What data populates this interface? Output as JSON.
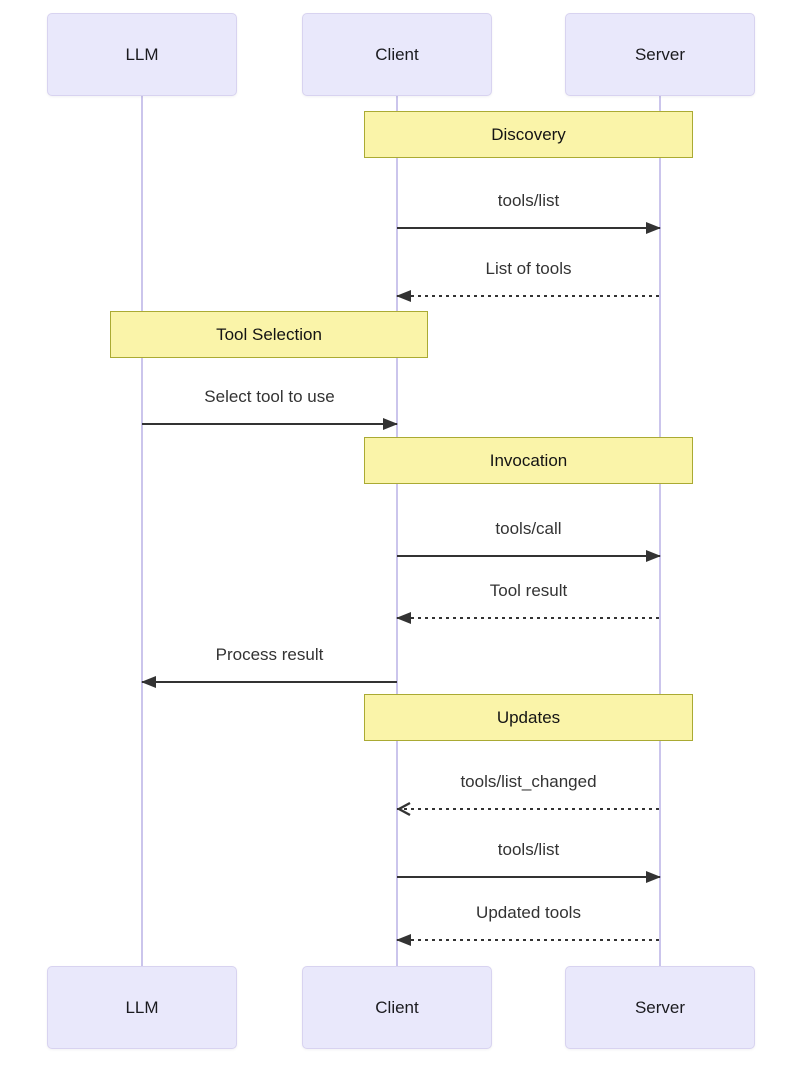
{
  "diagram": {
    "type": "sequence-diagram",
    "actors": [
      {
        "id": "llm",
        "label": "LLM"
      },
      {
        "id": "client",
        "label": "Client"
      },
      {
        "id": "server",
        "label": "Server"
      }
    ],
    "notes": [
      {
        "label": "Discovery",
        "over": [
          "Client",
          "Server"
        ]
      },
      {
        "label": "Tool Selection",
        "over": [
          "LLM",
          "Client"
        ]
      },
      {
        "label": "Invocation",
        "over": [
          "Client",
          "Server"
        ]
      },
      {
        "label": "Updates",
        "over": [
          "Client",
          "Server"
        ]
      }
    ],
    "messages": [
      {
        "label": "tools/list",
        "from": "Client",
        "to": "Server",
        "line": "solid",
        "arrowhead": "filled"
      },
      {
        "label": "List of tools",
        "from": "Server",
        "to": "Client",
        "line": "dashed",
        "arrowhead": "filled"
      },
      {
        "label": "Select tool to use",
        "from": "LLM",
        "to": "Client",
        "line": "solid",
        "arrowhead": "filled"
      },
      {
        "label": "tools/call",
        "from": "Client",
        "to": "Server",
        "line": "solid",
        "arrowhead": "filled"
      },
      {
        "label": "Tool result",
        "from": "Server",
        "to": "Client",
        "line": "dashed",
        "arrowhead": "filled"
      },
      {
        "label": "Process result",
        "from": "Client",
        "to": "LLM",
        "line": "solid",
        "arrowhead": "filled"
      },
      {
        "label": "tools/list_changed",
        "from": "Server",
        "to": "Client",
        "line": "dashed",
        "arrowhead": "open"
      },
      {
        "label": "tools/list",
        "from": "Client",
        "to": "Server",
        "line": "solid",
        "arrowhead": "filled"
      },
      {
        "label": "Updated tools",
        "from": "Server",
        "to": "Client",
        "line": "dashed",
        "arrowhead": "filled"
      }
    ],
    "colors": {
      "background": "#FFFFFF",
      "actor_fill": "#E9E8FB",
      "actor_border": "#D8D3F0",
      "note_fill": "#FAF4A9",
      "note_border": "#AAAA33",
      "lifeline": "#CBC5EC",
      "arrow": "#333333",
      "message_text": "#333333"
    }
  }
}
